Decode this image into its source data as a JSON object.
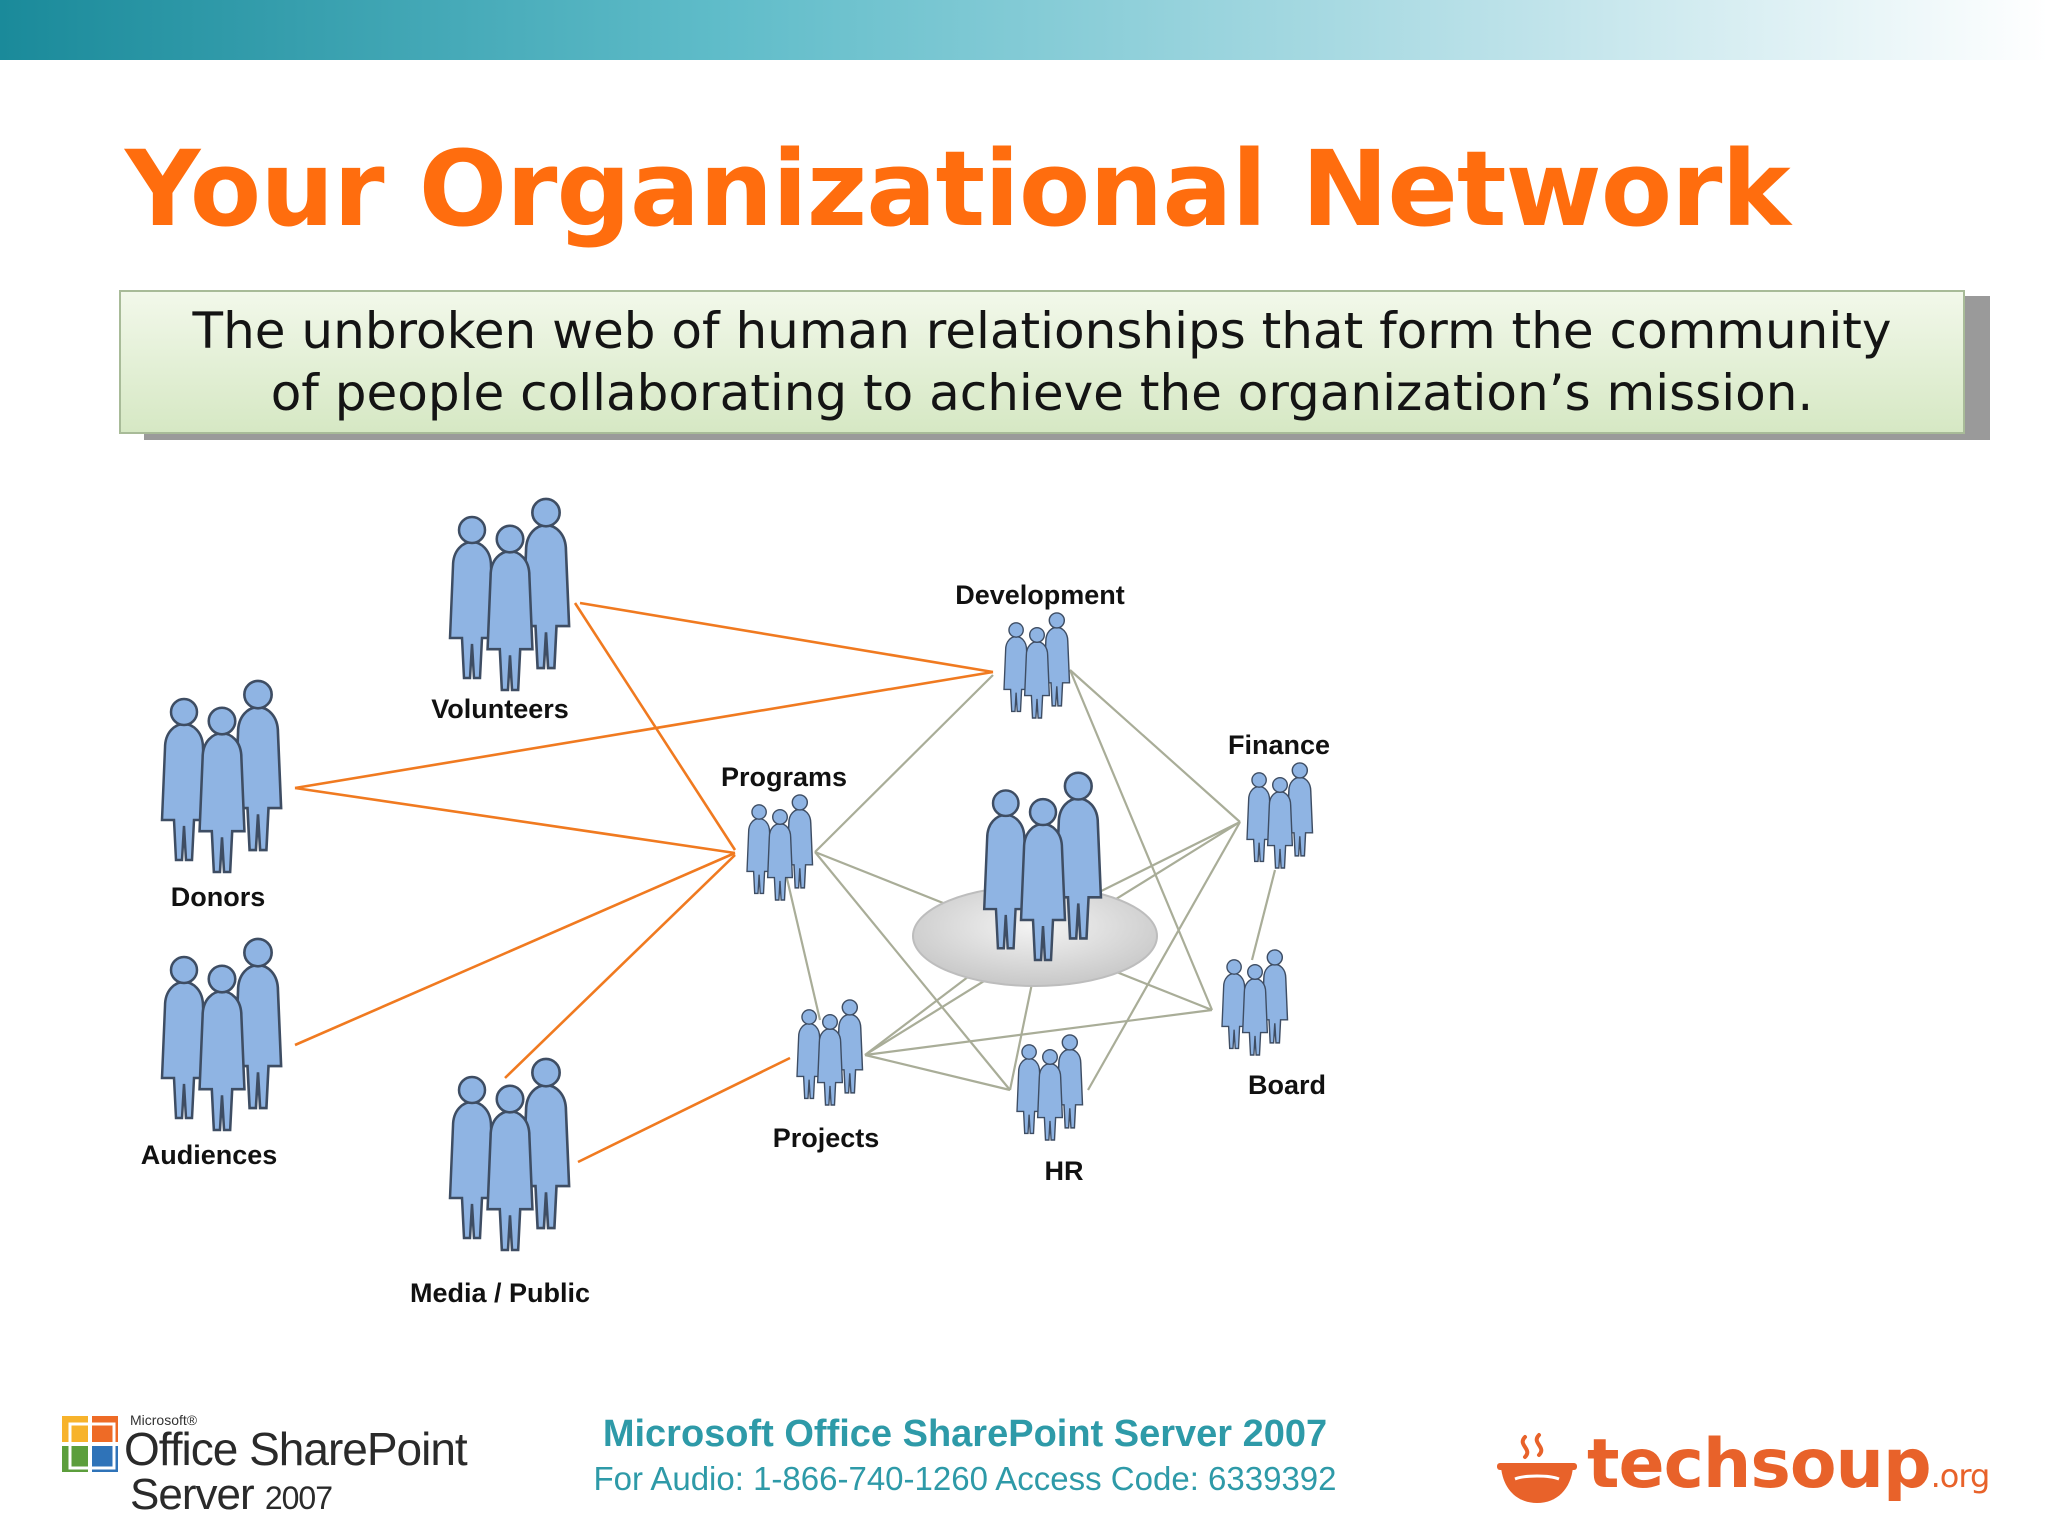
{
  "slide": {
    "title": "Your Organizational Network",
    "definition": "The unbroken web of human relationships that form the community of people collaborating to achieve the organization’s mission."
  },
  "diagram": {
    "nodes": [
      {
        "id": "volunteers",
        "label": "Volunteers"
      },
      {
        "id": "donors",
        "label": "Donors"
      },
      {
        "id": "audiences",
        "label": "Audiences"
      },
      {
        "id": "media",
        "label": "Media / Public"
      },
      {
        "id": "programs",
        "label": "Programs"
      },
      {
        "id": "projects",
        "label": "Projects"
      },
      {
        "id": "development",
        "label": "Development"
      },
      {
        "id": "finance",
        "label": "Finance"
      },
      {
        "id": "board",
        "label": "Board"
      },
      {
        "id": "hr",
        "label": "HR"
      },
      {
        "id": "center",
        "label": ""
      }
    ],
    "external_links": [
      [
        "volunteers",
        "development"
      ],
      [
        "volunteers",
        "programs"
      ],
      [
        "donors",
        "development"
      ],
      [
        "donors",
        "programs"
      ],
      [
        "audiences",
        "programs"
      ],
      [
        "media",
        "programs"
      ],
      [
        "media",
        "projects"
      ]
    ],
    "internal_links": [
      [
        "programs",
        "development"
      ],
      [
        "programs",
        "projects"
      ],
      [
        "programs",
        "board"
      ],
      [
        "programs",
        "hr"
      ],
      [
        "development",
        "finance"
      ],
      [
        "development",
        "board"
      ],
      [
        "finance",
        "board"
      ],
      [
        "finance",
        "center"
      ],
      [
        "finance",
        "projects"
      ],
      [
        "finance",
        "hr"
      ],
      [
        "projects",
        "hr"
      ],
      [
        "projects",
        "board"
      ],
      [
        "projects",
        "center"
      ],
      [
        "hr",
        "center"
      ]
    ],
    "colors": {
      "external_link": "#f07a20",
      "internal_link": "#a9ad98",
      "figure": "#8fb4e3"
    }
  },
  "footer": {
    "title": "Microsoft Office SharePoint Server 2007",
    "audio": "For Audio: 1-866-740-1260 Access Code: 6339392",
    "ms_logo": {
      "brand": "Microsoft®",
      "line1": "Office SharePoint",
      "line2": "Server",
      "year": "2007"
    },
    "techsoup_logo": {
      "word": "techsoup",
      "suffix": ".org"
    }
  }
}
